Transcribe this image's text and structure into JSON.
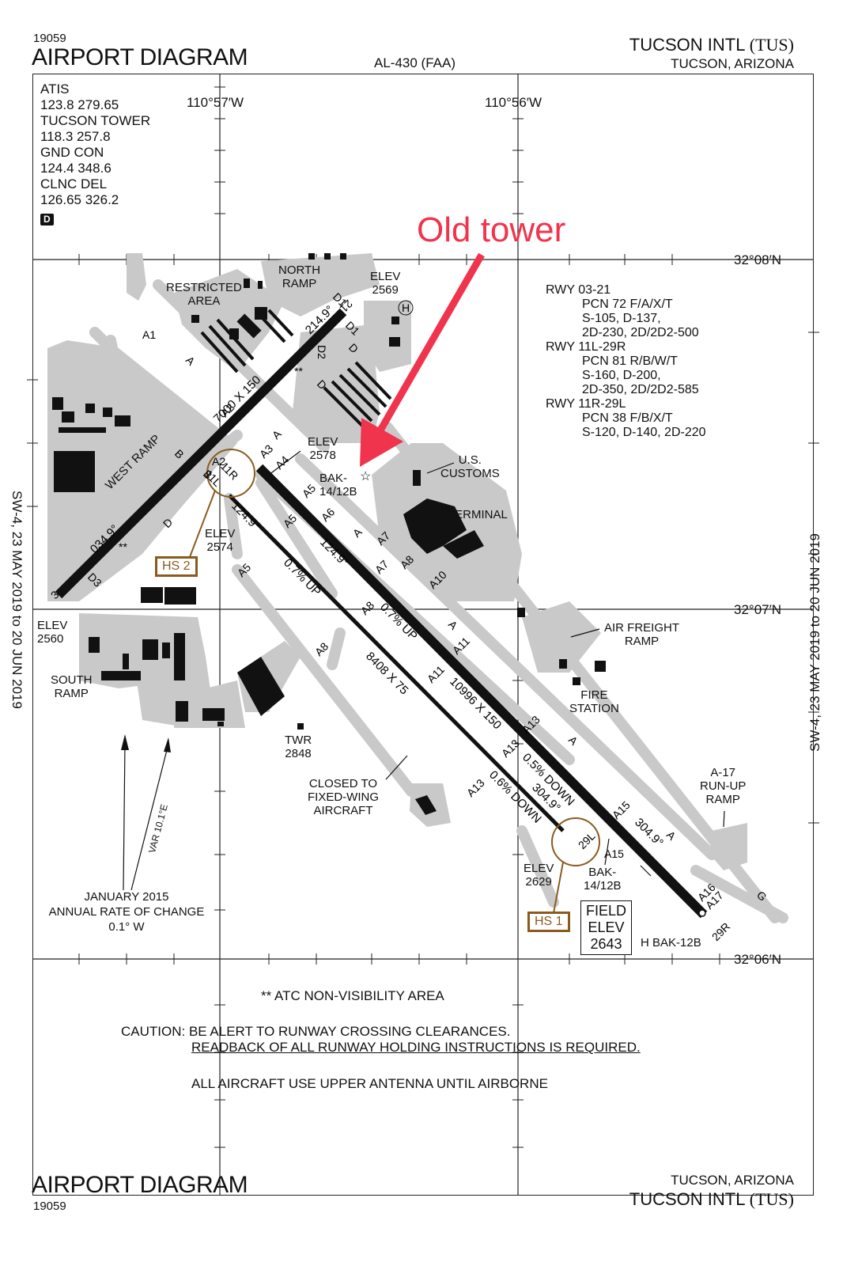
{
  "header": {
    "chart_number_top": "19059",
    "title_top": "AIRPORT DIAGRAM",
    "doc_id": "AL-430 (FAA)",
    "airport_name": "TUCSON INTL",
    "airport_code": "(TUS)",
    "city_state": "TUCSON, ARIZONA"
  },
  "footer": {
    "title_bottom": "AIRPORT DIAGRAM",
    "chart_number_bottom": "19059",
    "city_state": "TUCSON, ARIZONA",
    "airport_name": "TUCSON INTL",
    "airport_code": "(TUS)"
  },
  "side_validity": {
    "left": "SW-4, 23 MAY 2019 to 20 JUN 2019",
    "right": "SW-4, 23 MAY 2019 to 20 JUN 2019"
  },
  "comms": {
    "lines": [
      "ATIS",
      "123.8 279.65",
      "TUCSON TOWER",
      "118.3 257.8",
      "GND CON",
      "124.4 348.6",
      "CLNC DEL",
      "126.65 326.2"
    ],
    "d_badge": "D"
  },
  "coordinates": {
    "lon_left": "110°57′W",
    "lon_right": "110°56′W",
    "lat_top": "32°08′N",
    "lat_mid": "32°07′N",
    "lat_bottom": "32°06′N"
  },
  "runway_info": {
    "lines": [
      {
        "text": "RWY 03-21",
        "indent": false
      },
      {
        "text": "PCN 72 F/A/X/T",
        "indent": true
      },
      {
        "text": "S-105, D-137,",
        "indent": true
      },
      {
        "text": "2D-230, 2D/2D2-500",
        "indent": true
      },
      {
        "text": "RWY 11L-29R",
        "indent": false
      },
      {
        "text": "PCN 81 R/B/W/T",
        "indent": true
      },
      {
        "text": "S-160, D-200,",
        "indent": true
      },
      {
        "text": "2D-350, 2D/2D2-585",
        "indent": true
      },
      {
        "text": "RWY 11R-29L",
        "indent": false
      },
      {
        "text": "PCN 38 F/B/X/T",
        "indent": true
      },
      {
        "text": "S-120, D-140, 2D-220",
        "indent": true
      }
    ]
  },
  "annotation": {
    "old_tower": "Old tower",
    "arrow_color": "#f0344d"
  },
  "labels": {
    "restricted_area": [
      "RESTRICTED",
      "AREA"
    ],
    "north_ramp": [
      "NORTH",
      "RAMP"
    ],
    "elev_2569": [
      "ELEV",
      "2569"
    ],
    "west_ramp": "WEST RAMP",
    "elev_2578": [
      "ELEV",
      "2578"
    ],
    "bak_14_12b_top": [
      "BAK-",
      "14/12B"
    ],
    "us_customs": [
      "U.S.",
      "CUSTOMS"
    ],
    "terminal": "TERMINAL",
    "elev_2574": [
      "ELEV",
      "2574"
    ],
    "hs2": "HS 2",
    "elev_2560": [
      "ELEV",
      "2560"
    ],
    "south_ramp": [
      "SOUTH",
      "RAMP"
    ],
    "air_freight_ramp": [
      "AIR FREIGHT",
      "RAMP"
    ],
    "fire_station": [
      "FIRE",
      "STATION"
    ],
    "twr_2848": [
      "TWR",
      "2848"
    ],
    "closed_fixed_wing": [
      "CLOSED TO",
      "FIXED-WING",
      "AIRCRAFT"
    ],
    "a17_runup": [
      "A-17",
      "RUN-UP",
      "RAMP"
    ],
    "elev_2629": [
      "ELEV",
      "2629"
    ],
    "bak_14_12b_bottom": [
      "BAK-",
      "14/12B"
    ],
    "hs1": "HS 1",
    "field_elev": [
      "FIELD",
      "ELEV",
      "2643"
    ],
    "h_bak_12b": "H BAK-12B",
    "var": "VAR 10.1°E",
    "annual_change": [
      "JANUARY 2015",
      "ANNUAL RATE OF CHANGE",
      "0.1° W"
    ]
  },
  "map_marks": {
    "rwy_0321_dims": "7000 X 150",
    "rwy_0321_hdg_top": "214.9°",
    "rwy_0321_hdg_bottom": "034.9°",
    "rwy_11l_dims": "10996 X 150",
    "rwy_11r_dims": "8408 X 75",
    "hdg_1249_a": "124.9°",
    "hdg_1249_b": "124.9°",
    "hdg_3049_a": "304.9°",
    "hdg_3049_b": "304.9°",
    "grade_07_up_a": "0.7% UP",
    "grade_07_up_b": "0.7% UP",
    "grade_05_down": "0.5% DOWN",
    "grade_06_down": "0.6% DOWN",
    "rwy_21": "21",
    "rwy_3": "3",
    "rwy_11l": "11L",
    "rwy_11r": "11R",
    "rwy_29l": "29L",
    "rwy_29r": "29R",
    "twy": {
      "A": "A",
      "A1": "A1",
      "A2": "A2",
      "A3": "A3",
      "A4": "A4",
      "A5": "A5",
      "A6": "A6",
      "A7": "A7",
      "A8": "A8",
      "A10": "A10",
      "A11": "A11",
      "A13": "A13",
      "A15": "A15",
      "A16": "A16",
      "A17": "A17",
      "B": "B",
      "D": "D",
      "D1": "D1",
      "D2": "D2",
      "D3": "D3",
      "G": "G",
      "H": "H"
    },
    "stars": "**"
  },
  "notes": {
    "atc_nonvis": "** ATC NON-VISIBILITY AREA",
    "caution_1": "CAUTION: BE ALERT TO RUNWAY CROSSING CLEARANCES.",
    "caution_2": "READBACK OF ALL RUNWAY HOLDING INSTRUCTIONS IS REQUIRED.",
    "antenna": "ALL AIRCRAFT USE UPPER ANTENNA UNTIL AIRBORNE"
  },
  "colors": {
    "hotspot": "#8a5a1e",
    "taxiway": "#c9c9c9",
    "runway": "#111111",
    "annotation": "#f0344d"
  }
}
